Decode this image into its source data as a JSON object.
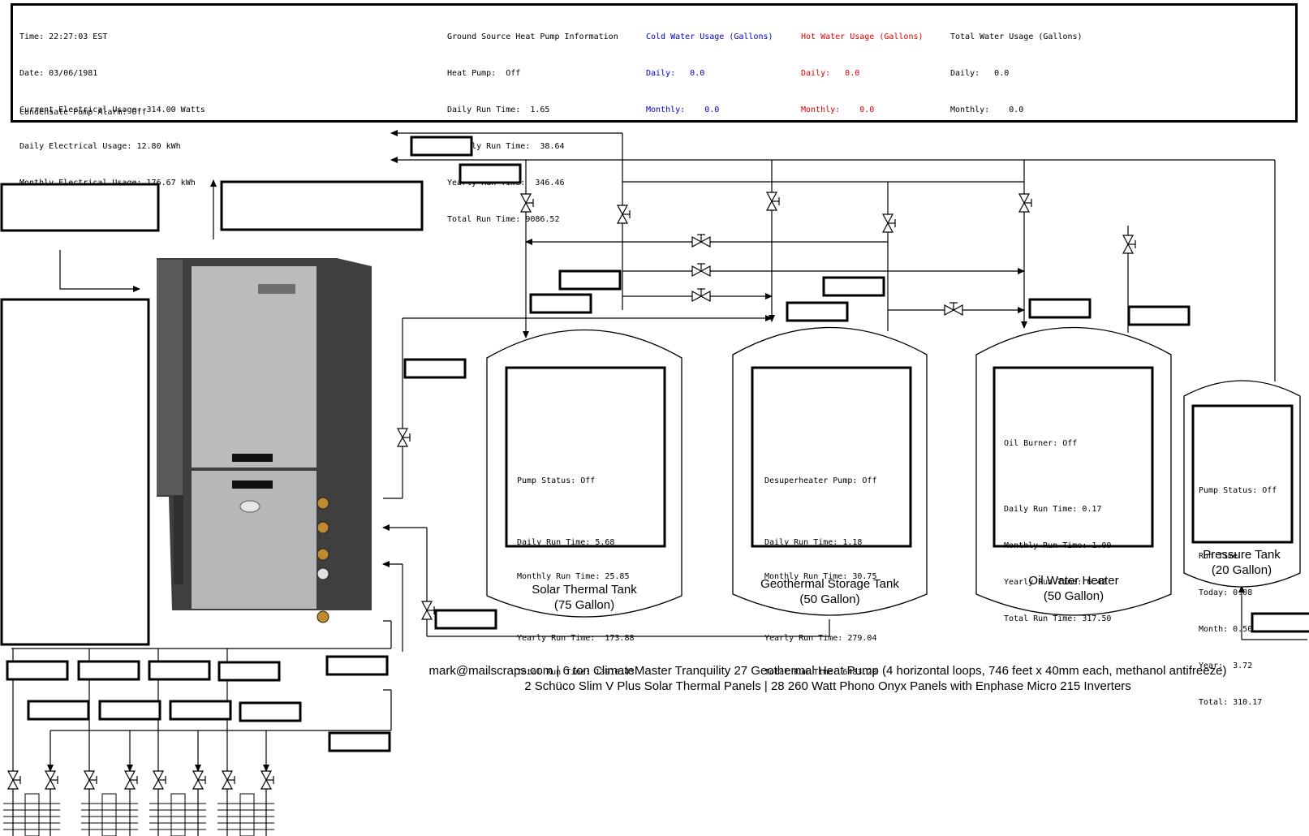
{
  "info": {
    "system": {
      "time": "Time: 22:27:03 EST",
      "date": "Date: 03/06/1981",
      "current_electrical": "Current Electrical Usage: 314.00 Watts",
      "daily_electrical": "Daily Electrical Usage: 12.80 kWh",
      "monthly_electrical": "Monthly Electrical Usage: 176.67 kWh",
      "condensate_alarm": "Condensate Pump Alarm: Off"
    },
    "heat_pump": {
      "title": "Ground Source Heat Pump Information",
      "status": "Heat Pump:  Off",
      "daily": "Daily Run Time:  1.65",
      "monthly": "Monthly Run Time:  38.64",
      "yearly": "Yearly Run Time:  346.46",
      "total": "Total Run Time: 9086.52"
    },
    "cold_water": {
      "title": "Cold Water Usage (Gallons)",
      "daily": "Daily:   0.0",
      "monthly": "Monthly:    0.0"
    },
    "hot_water": {
      "title": "Hot Water Usage (Gallons)",
      "daily": "Daily:   0.0",
      "monthly": "Monthly:    0.0"
    },
    "total_water": {
      "title": "Total Water Usage (Gallons)",
      "daily": "Daily:   0.0",
      "monthly": "Monthly:    0.0"
    }
  },
  "tanks": {
    "solar": {
      "label": "Solar Thermal Tank\n(75 Gallon)",
      "stats": [
        "Pump Status: Off",
        "",
        "Daily Run Time: 5.68",
        "Monthly Run Time: 25.85",
        "",
        "Yearly Run Time:  173.88",
        "Total Run Time: 13910.43"
      ]
    },
    "geothermal": {
      "label": "Geothermal Storage Tank\n(50 Gallon)",
      "stats": [
        "Desuperheater Pump: Off",
        "",
        "Daily Run Time: 1.18",
        "Monthly Run Time: 30.75",
        "",
        "Yearly Run Time: 279.04",
        "Total Run Time: 6483.20"
      ]
    },
    "oil": {
      "label": "Oil Water Heater\n(50 Gallon)",
      "stats": [
        "Oil Burner: Off",
        "",
        "Daily Run Time: 0.17",
        "Monthly Run Time: 1.00",
        "Yearly Run Time: 6.42",
        "Total Run Time: 317.50"
      ]
    },
    "pressure": {
      "label": "Pressure Tank\n(20 Gallon)",
      "stats": [
        "Pump Status: Off",
        "",
        "Run Time",
        "Today: 0.08",
        "Month: 0.50",
        "Year:  3.72",
        "Total: 310.17"
      ]
    }
  },
  "footer": {
    "line1": "mark@mailscraps.com | 6 ton ClimateMaster Tranquility 27 Geothermal Heat Pump (4 horizontal loops, 746 feet x 40mm each, methanol antifreeze)",
    "line2": "2 Schüco Slim V Plus Solar Thermal Panels | 28 260 Watt Phono Onyx Panels with Enphase Micro 215 Inverters"
  },
  "colors": {
    "line": "#000000",
    "cold_water": "#0000cc",
    "hot_water": "#dd0000",
    "unit_body": "#4a4a4a",
    "unit_panel": "#bfc1c3"
  }
}
